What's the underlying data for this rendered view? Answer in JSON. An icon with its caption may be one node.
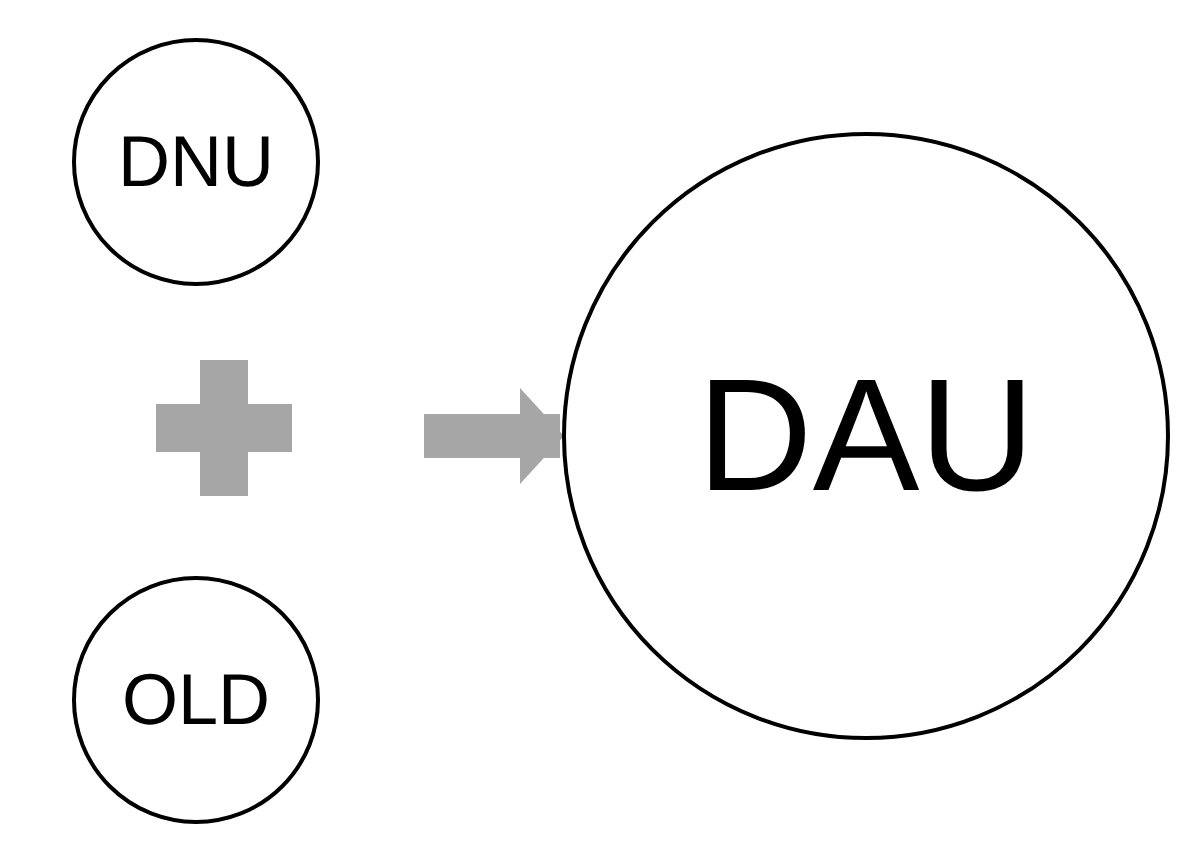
{
  "diagram": {
    "nodes": [
      {
        "text": [
          "DNU"
        ]
      },
      {
        "text": [
          "OLD"
        ]
      },
      {
        "text": [
          "DAU"
        ]
      }
    ],
    "edges": [
      {
        "from": null,
        "to": 2,
        "arrow": "to"
      }
    ]
  }
}
